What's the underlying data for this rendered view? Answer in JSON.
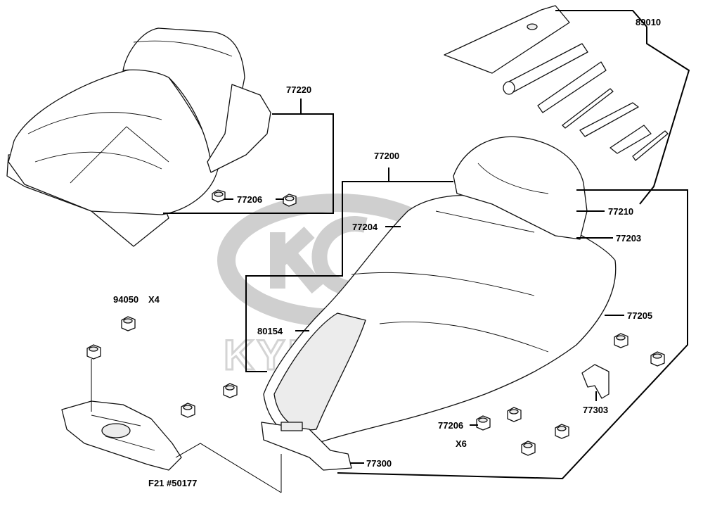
{
  "labels": {
    "p89010": "89010",
    "p77220": "77220",
    "p77206_top": "77206",
    "p77200": "77200",
    "p77210": "77210",
    "p77204": "77204",
    "p77203": "77203",
    "p94050": "94050",
    "p94050_qty": "X4",
    "p77205": "77205",
    "p80154": "80154",
    "p77303": "77303",
    "p77206_bottom": "77206",
    "p77206_qty": "X6",
    "p77300": "77300",
    "ref_f21": "F21 #50177"
  },
  "watermark": {
    "brand": "KYMCO",
    "color": "#cfcfcf"
  },
  "icons": {
    "seat-assembly-small": "seat-icon",
    "toolkit": "tool-kit-icon",
    "nut": "flange-nut-icon",
    "bracket": "bracket-icon"
  }
}
